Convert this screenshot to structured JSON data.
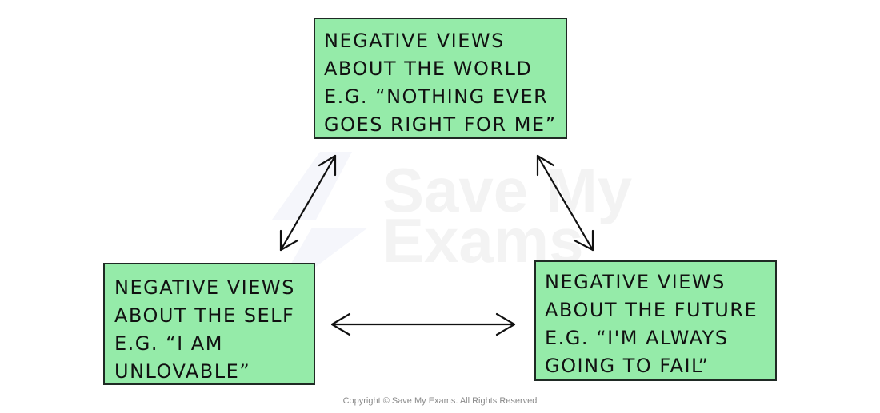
{
  "diagram": {
    "type": "cognitive-triad",
    "nodes": [
      {
        "id": "world",
        "lines": [
          "NEGATIVE VIEWS",
          "ABOUT THE WORLD",
          "E.G. “NOTHING EVER",
          "GOES RIGHT FOR ME”"
        ]
      },
      {
        "id": "self",
        "lines": [
          "NEGATIVE VIEWS",
          "ABOUT THE SELF",
          "E.G. “I AM",
          "UNLOVABLE”"
        ]
      },
      {
        "id": "future",
        "lines": [
          "NEGATIVE VIEWS",
          "ABOUT THE FUTURE",
          "E.G. “I'M ALWAYS",
          "GOING TO FAIL”"
        ]
      }
    ],
    "edges": [
      {
        "from": "world",
        "to": "self",
        "bidirectional": true
      },
      {
        "from": "world",
        "to": "future",
        "bidirectional": true
      },
      {
        "from": "self",
        "to": "future",
        "bidirectional": true
      }
    ],
    "box_fill": "#95eba9",
    "box_border": "#1f2a24"
  },
  "watermark": {
    "line1": "Save My",
    "line2": "Exams"
  },
  "footer": {
    "copyright": "Copyright © Save My Exams. All Rights Reserved"
  }
}
